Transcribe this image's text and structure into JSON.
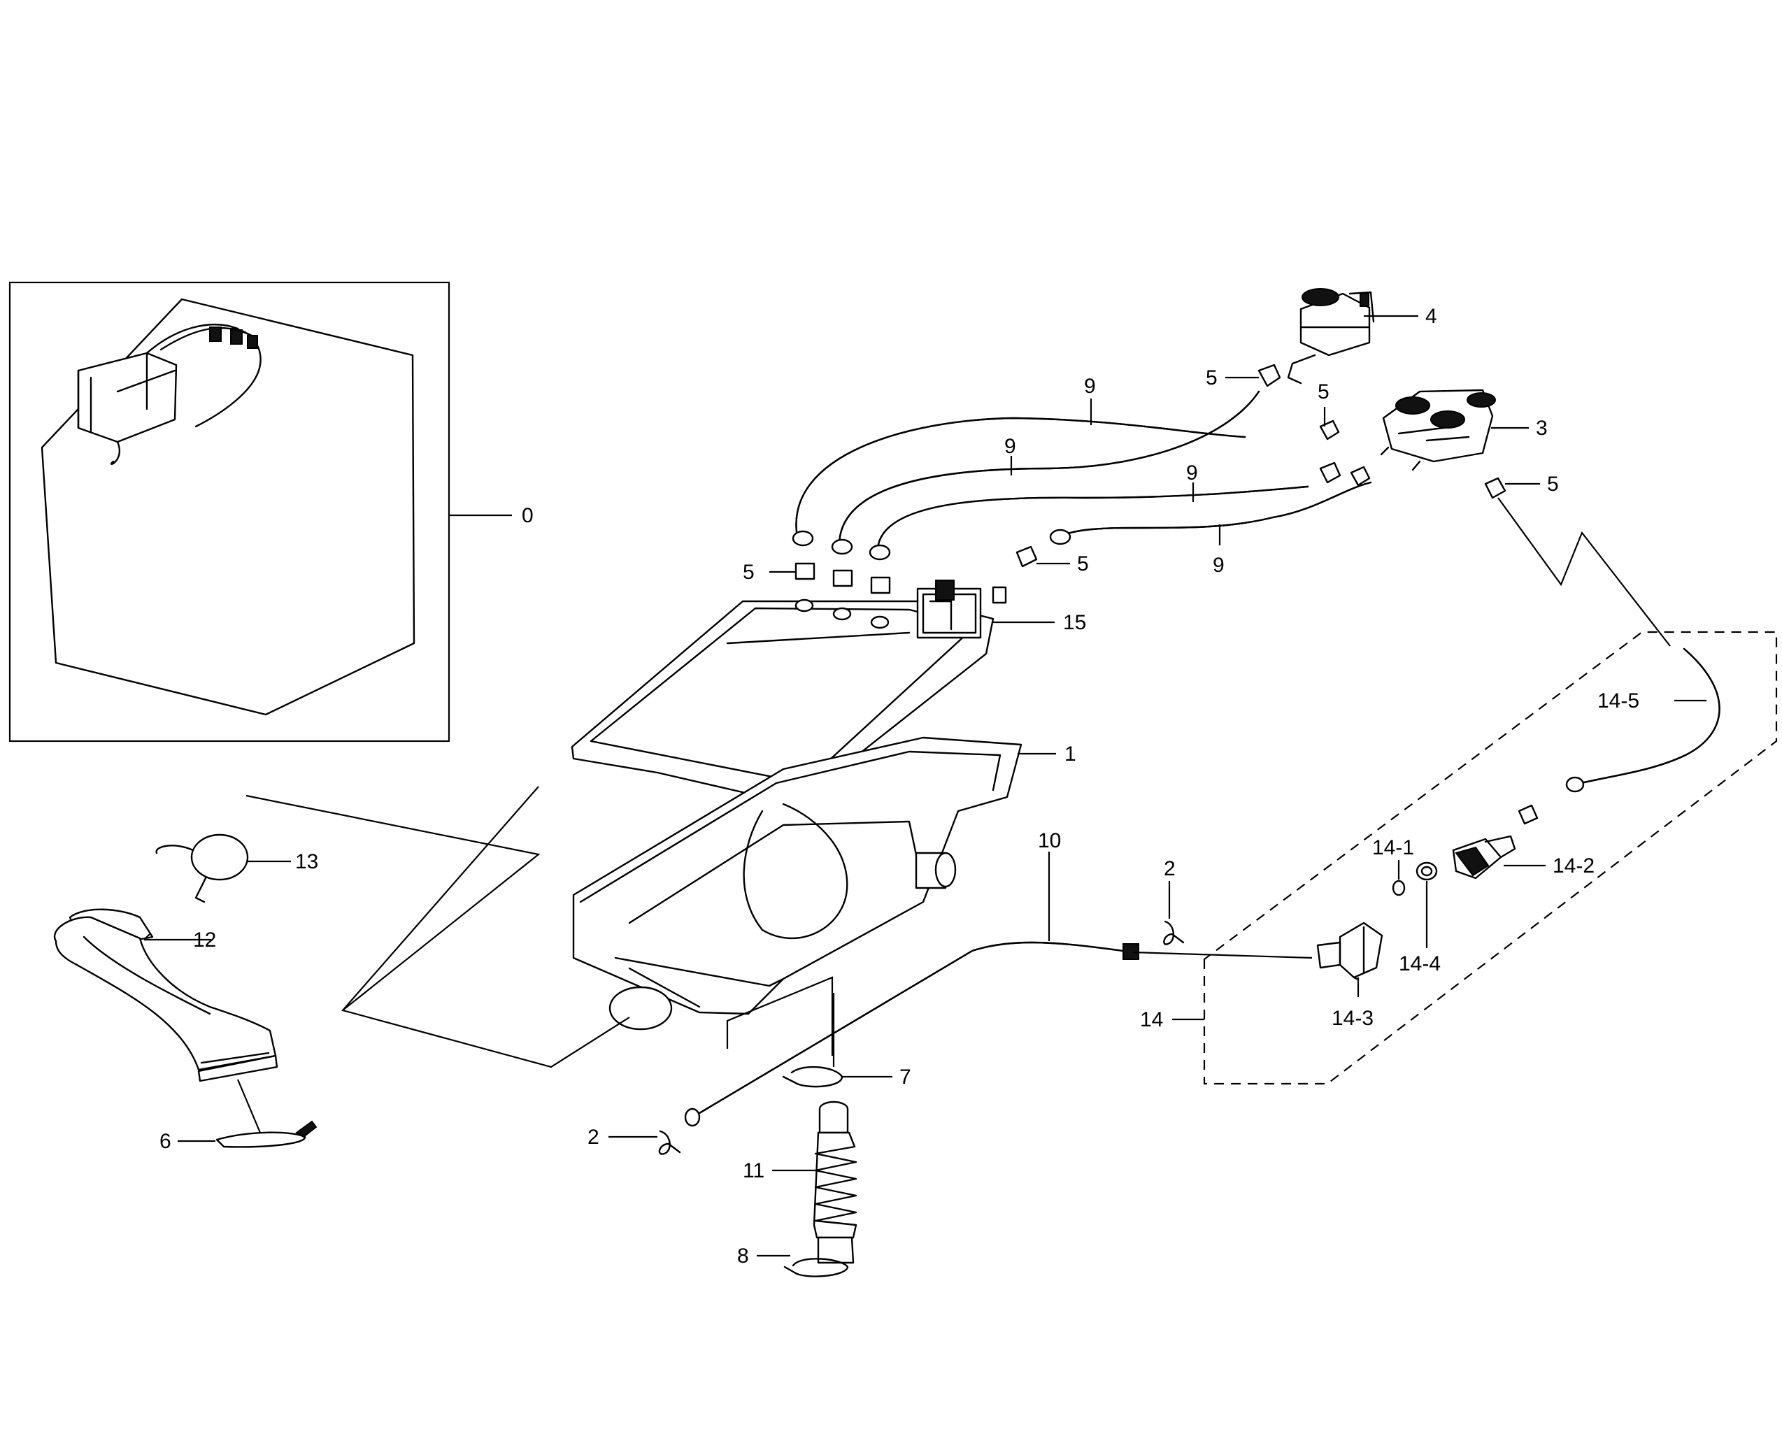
{
  "diagram": {
    "labels": {
      "p0": "0",
      "p1": "1",
      "p2a": "2",
      "p2b": "2",
      "p3": "3",
      "p4": "4",
      "p5a": "5",
      "p5b": "5",
      "p5c": "5",
      "p5d": "5",
      "p5e": "5",
      "p6": "6",
      "p7": "7",
      "p8": "8",
      "p9a": "9",
      "p9b": "9",
      "p9c": "9",
      "p9d": "9",
      "p10": "10",
      "p11": "11",
      "p12": "12",
      "p13": "13",
      "p14": "14",
      "p14_1": "14-1",
      "p14_2": "14-2",
      "p14_3": "14-3",
      "p14_4": "14-4",
      "p14_5": "14-5",
      "p15": "15"
    }
  }
}
